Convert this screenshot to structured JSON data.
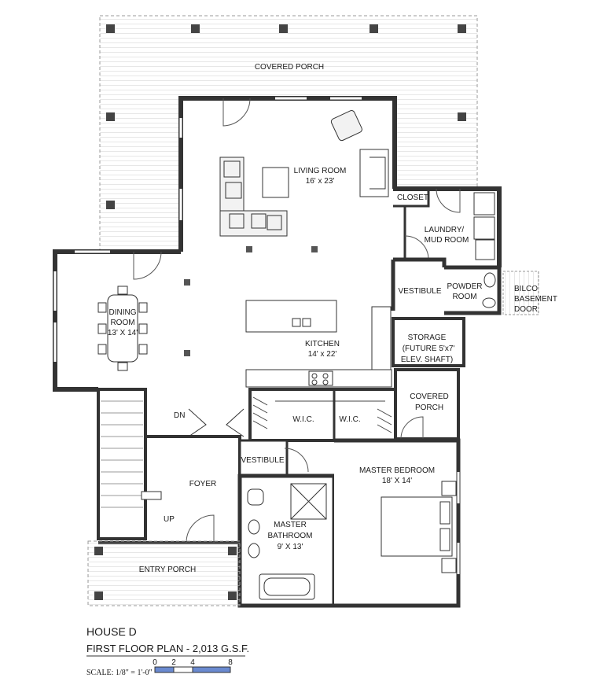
{
  "rooms": {
    "covered_porch_top": "COVERED PORCH",
    "living_room": "LIVING ROOM",
    "living_room_size": "16' x 23'",
    "closet": "CLOSET",
    "laundry": "LAUNDRY/",
    "mud_room": "MUD ROOM",
    "dining": "DINING",
    "dining_room": "ROOM",
    "dining_size": "13' X 14'",
    "vestibule_east": "VESTIBULE",
    "powder": "POWDER",
    "powder_room": "ROOM",
    "bilco_1": "BILCO",
    "bilco_2": "BASEMENT",
    "bilco_3": "DOOR",
    "kitchen": "KITCHEN",
    "kitchen_size": "14' x 22'",
    "storage_1": "STORAGE",
    "storage_2": "(FUTURE 5'x7'",
    "storage_3": "ELEV. SHAFT)",
    "dn": "DN",
    "wic_1": "W.I.C.",
    "wic_2": "W.I.C.",
    "covered_porch_2a": "COVERED",
    "covered_porch_2b": "PORCH",
    "vestibule_west": "VESTIBULE",
    "foyer": "FOYER",
    "up": "UP",
    "master_bedroom": "MASTER BEDROOM",
    "master_bedroom_size": "18' X 14'",
    "master_bath_1": "MASTER",
    "master_bath_2": "BATHROOM",
    "master_bath_size": "9' X 13'",
    "entry_porch": "ENTRY PORCH"
  },
  "title": {
    "house": "HOUSE D",
    "plan": "FIRST FLOOR PLAN - 2,013 G.S.F."
  },
  "scale": {
    "label": "SCALE: 1/8\" = 1'-0\"",
    "ticks": [
      "0",
      "2",
      "4",
      "8"
    ]
  }
}
